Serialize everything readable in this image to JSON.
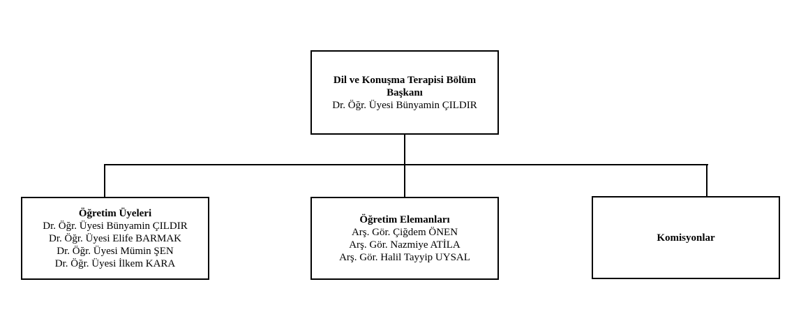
{
  "head": {
    "title_line1": "Dil ve Konuşma Terapisi Bölüm",
    "title_line2": "Başkanı",
    "name": "Dr. Öğr. Üyesi Bünyamin ÇILDIR"
  },
  "units": [
    {
      "title": "Öğretim Üyeleri",
      "members": [
        "Dr. Öğr. Üyesi Bünyamin ÇILDIR",
        "Dr. Öğr. Üyesi Elife BARMAK",
        "Dr. Öğr. Üyesi Mümin ŞEN",
        "Dr. Öğr. Üyesi İlkem KARA"
      ]
    },
    {
      "title": "Öğretim Elemanları",
      "members": [
        "Arş. Gör. Çiğdem ÖNEN",
        "Arş. Gör. Nazmiye ATİLA",
        "Arş. Gör. Halil Tayyip UYSAL"
      ]
    },
    {
      "title": "Komisyonlar",
      "members": []
    }
  ]
}
